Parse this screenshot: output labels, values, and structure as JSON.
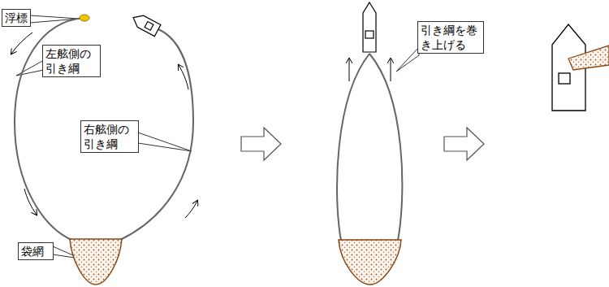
{
  "diagram": {
    "nodes": [
      {
        "text": [
          "浮標"
        ]
      },
      {
        "text": [
          "左舷側の引き綱"
        ]
      },
      {
        "text": [
          "右舷側の引き綱"
        ]
      },
      {
        "text": [
          "袋網"
        ]
      },
      {
        "text": [
          "引き綱を巻き上げる"
        ]
      }
    ]
  }
}
